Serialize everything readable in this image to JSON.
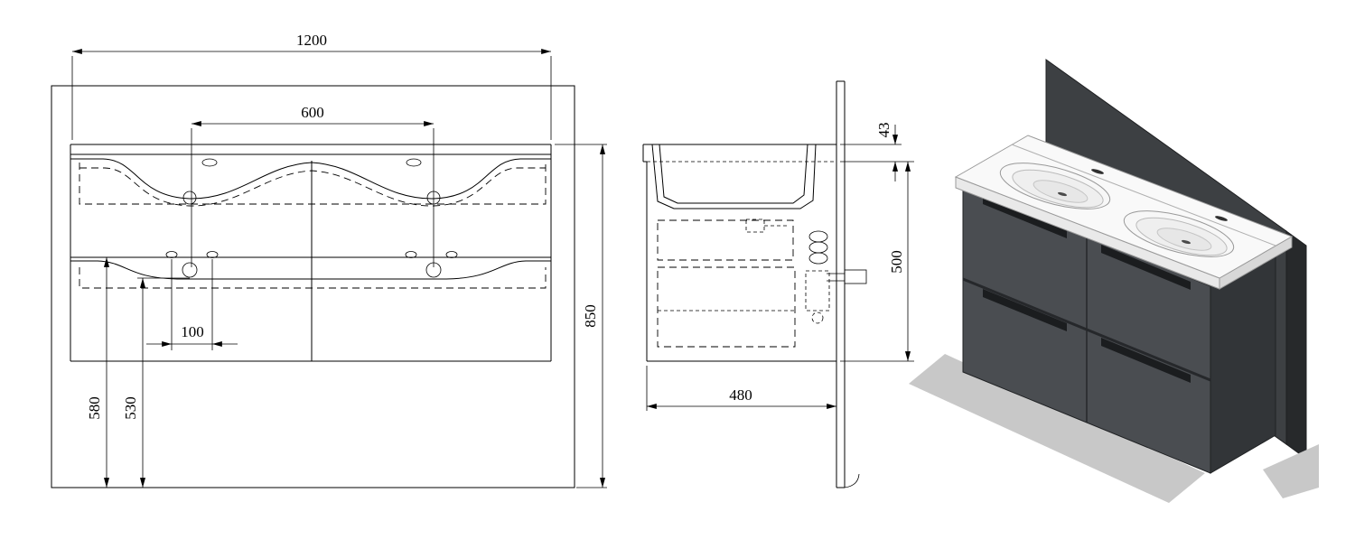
{
  "front_view": {
    "dim_width": "1200",
    "dim_basin_centers": "600",
    "dim_drain_offset": "100",
    "dim_total_height": "850",
    "dim_height_580": "580",
    "dim_height_530": "530"
  },
  "side_view": {
    "dim_counter_thickness": "43",
    "dim_cabinet_height": "500",
    "dim_depth": "480"
  },
  "colors": {
    "line": "#000000",
    "panel": "#3d4043",
    "panel_edge": "#27292b",
    "cabinet_front": "#4a4d51",
    "cabinet_side": "#323538",
    "counter": "#f9f9f9",
    "counter_edge": "#e9e9e9",
    "counter_right": "#d8d8d8",
    "floor": "#c8c8c8"
  }
}
